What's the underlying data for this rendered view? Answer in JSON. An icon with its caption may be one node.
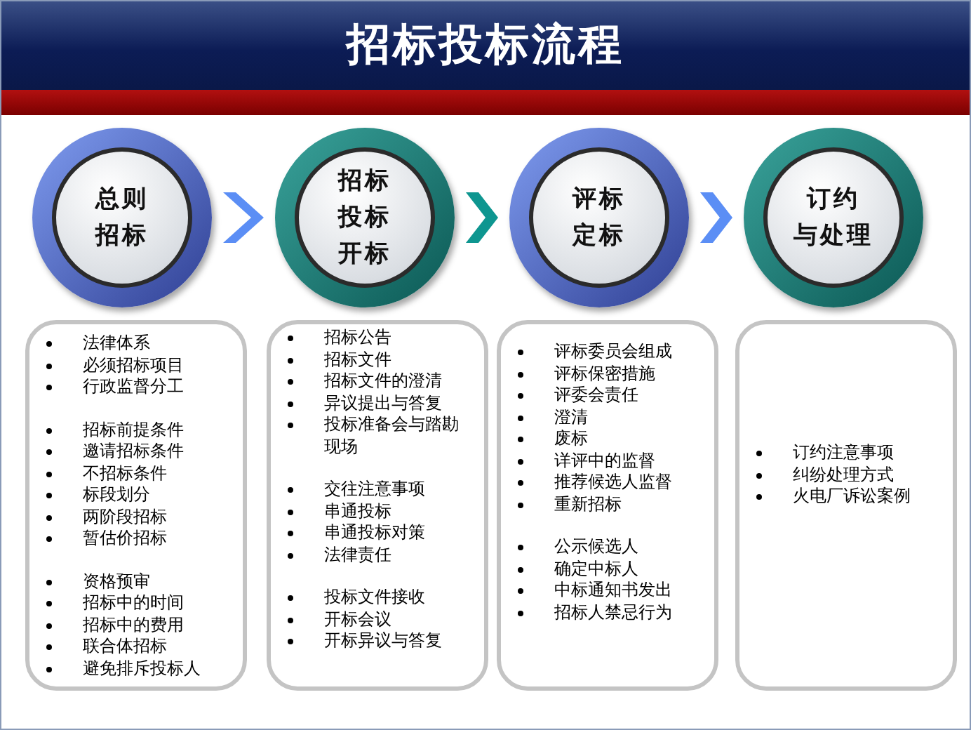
{
  "diagram": {
    "title": "招标投标流程",
    "nodes": [
      {
        "text": [
          "总则",
          "招标"
        ]
      },
      {
        "text": [
          "招标",
          "投标",
          "开标"
        ]
      },
      {
        "text": [
          "评标",
          "定标"
        ]
      },
      {
        "text": [
          "订约",
          "与处理"
        ]
      },
      {
        "text": [
          "法律体系",
          "必须招标项目",
          "行政监督分工",
          "招标前提条件",
          "邀请招标条件",
          "不招标条件",
          "标段划分",
          "两阶段招标",
          "暂估价招标",
          "资格预审",
          "招标中的时间",
          "招标中的费用",
          "联合体招标",
          "避免排斥投标人"
        ]
      },
      {
        "text": [
          "招标公告",
          "招标文件",
          "招标文件的澄清",
          "异议提出与答复",
          "投标准备会与踏勘现场",
          "交往注意事项",
          "串通投标",
          "串通投标对策",
          "法律责任",
          "投标文件接收",
          "开标会议",
          "开标异议与答复"
        ]
      },
      {
        "text": [
          "评标委员会组成",
          "评标保密措施",
          "评委会责任",
          "澄清",
          "废标",
          "详评中的监督",
          "推荐候选人监督",
          "重新招标",
          "公示候选人",
          "确定中标人",
          "中标通知书发出",
          "招标人禁忌行为"
        ]
      },
      {
        "text": [
          "订约注意事项",
          "纠纷处理方式",
          "火电厂诉讼案例"
        ]
      }
    ],
    "edges": [
      {
        "from": 0,
        "to": 1,
        "arrow": "to"
      },
      {
        "from": 1,
        "to": 2,
        "arrow": "to",
        "color": "#0e9690"
      },
      {
        "from": 2,
        "to": 3,
        "arrow": "to"
      }
    ]
  }
}
